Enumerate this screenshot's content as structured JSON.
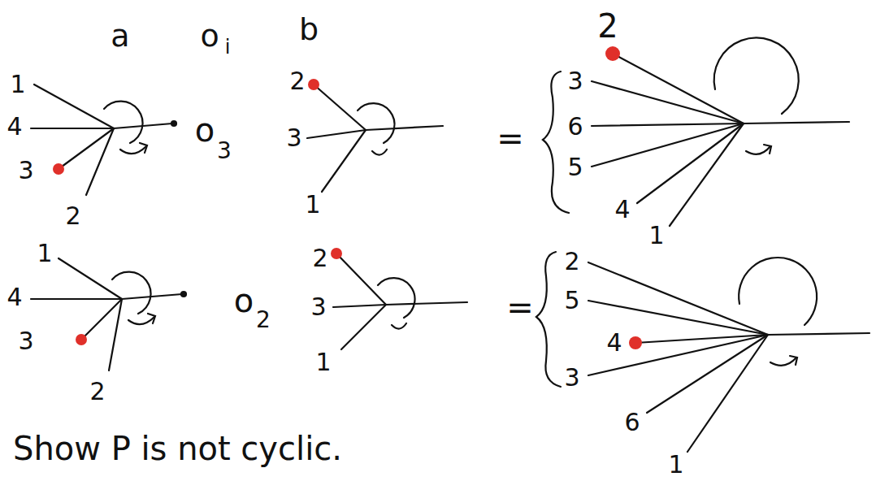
{
  "diagram": {
    "labels": [
      "a",
      "o",
      "i",
      "b",
      "2",
      "1",
      "4",
      "3",
      "2",
      "o",
      "3",
      "2",
      "3",
      "1",
      "=",
      "3",
      "6",
      "5",
      "4",
      "1",
      "1",
      "4",
      "3",
      "2",
      "o",
      "2",
      "2",
      "3",
      "1",
      "=",
      "2",
      "5",
      "4",
      "3",
      "6",
      "1",
      "Show P is not cyclic."
    ]
  }
}
